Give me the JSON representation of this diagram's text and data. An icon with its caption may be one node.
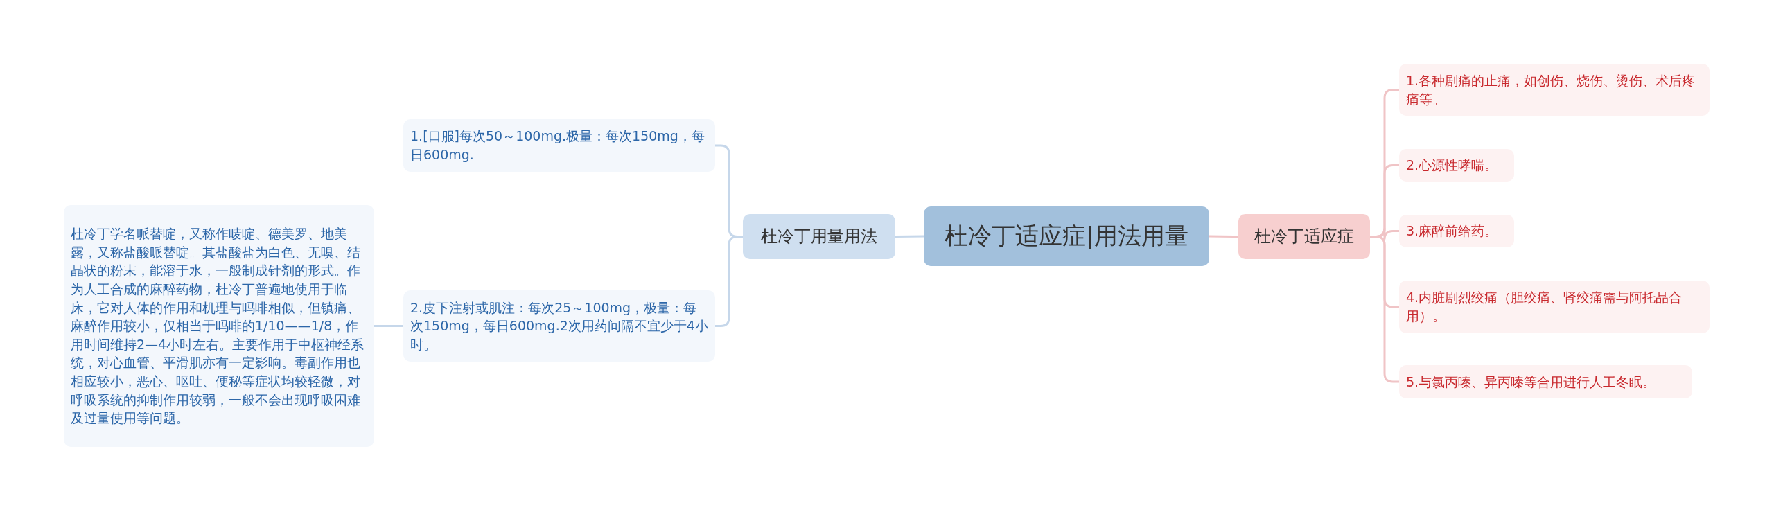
{
  "diagram": {
    "nodes": [
      {
        "text": [
          "杜冷丁适应症|用法用量"
        ]
      },
      {
        "text": [
          "杜冷丁用量用法"
        ]
      },
      {
        "text": [
          "1.[口服]每次50～100mg.极量：每次150mg，每日600mg."
        ]
      },
      {
        "text": [
          "2.皮下注射或肌注：每次25～100mg，极量：每次150mg，每日600mg.2次用药间隔不宜少于4小时。"
        ]
      },
      {
        "text": [
          "杜冷丁学名哌替啶，又称作唛啶、德美罗、地美露，又称盐酸哌替啶。其盐酸盐为白色、无嗅、结晶状的粉末，能溶于水，一般制成针剂的形式。作为人工合成的麻醉药物，杜冷丁普遍地使用于临床，它对人体的作用和机理与吗啡相似，但镇痛、麻醉作用较小，仅相当于吗啡的1/10——1/8，作用时间维持2—4小时左右。主要作用于中枢神经系统，对心血管、平滑肌亦有一定影响。毒副作用也相应较小，恶心、呕吐、便秘等症状均较轻微，对呼吸系统的抑制作用较弱，一般不会出现呼吸困难及过量使用等问题。"
        ]
      },
      {
        "text": [
          "杜冷丁适应症"
        ]
      },
      {
        "text": [
          "1.各种剧痛的止痛，如创伤、烧伤、烫伤、术后疼痛等。"
        ]
      },
      {
        "text": [
          "2.心源性哮喘。"
        ]
      },
      {
        "text": [
          "3.麻醉前给药。"
        ]
      },
      {
        "text": [
          "4.内脏剧烈绞痛（胆绞痛、肾绞痛需与阿托品合用）。"
        ]
      },
      {
        "text": [
          "5.与氯丙嗪、异丙嗪等合用进行人工冬眠。"
        ]
      }
    ],
    "edges": [
      {
        "from": 0,
        "to": 1,
        "arrow": "none"
      },
      {
        "from": 1,
        "to": 2,
        "arrow": "none"
      },
      {
        "from": 1,
        "to": 3,
        "arrow": "none"
      },
      {
        "from": 3,
        "to": 4,
        "arrow": "none"
      },
      {
        "from": 0,
        "to": 5,
        "arrow": "none"
      },
      {
        "from": 5,
        "to": 6,
        "arrow": "none"
      },
      {
        "from": 5,
        "to": 7,
        "arrow": "none"
      },
      {
        "from": 5,
        "to": 8,
        "arrow": "none"
      },
      {
        "from": 5,
        "to": 9,
        "arrow": "none"
      },
      {
        "from": 5,
        "to": 10,
        "arrow": "none"
      }
    ]
  }
}
